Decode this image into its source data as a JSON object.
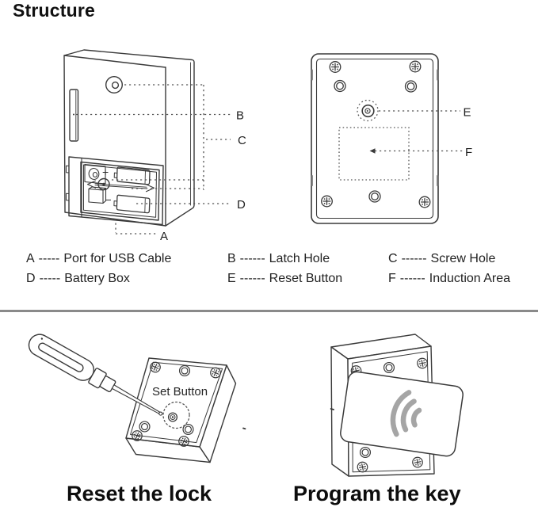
{
  "title": "Structure",
  "colors": {
    "line": "#3a3a3a",
    "dotted": "#565656",
    "divider": "#8a8a8a",
    "signal_arc": "#a5a5a5",
    "text": "#1f1f1f",
    "background": "#ffffff"
  },
  "front_view": {
    "labels": {
      "a": "A",
      "b": "B",
      "c": "C",
      "d": "D"
    },
    "battery_plus": "+",
    "battery_minus": "−"
  },
  "back_view": {
    "labels": {
      "e": "E",
      "f": "F"
    }
  },
  "legend": {
    "rows": [
      [
        {
          "letter": "A",
          "dashes": "-----",
          "label": "Port for USB Cable"
        },
        {
          "letter": "B",
          "dashes": "------",
          "label": "Latch Hole"
        },
        {
          "letter": "C",
          "dashes": "------",
          "label": "Screw Hole"
        }
      ],
      [
        {
          "letter": "D",
          "dashes": "-----",
          "label": "Battery Box"
        },
        {
          "letter": "E",
          "dashes": "------",
          "label": "Reset Button"
        },
        {
          "letter": "F",
          "dashes": "------",
          "label": "Induction Area"
        }
      ]
    ]
  },
  "reset_illustration": {
    "set_button_label": "Set Button",
    "caption": "Reset the lock"
  },
  "program_illustration": {
    "caption": "Program the key"
  }
}
